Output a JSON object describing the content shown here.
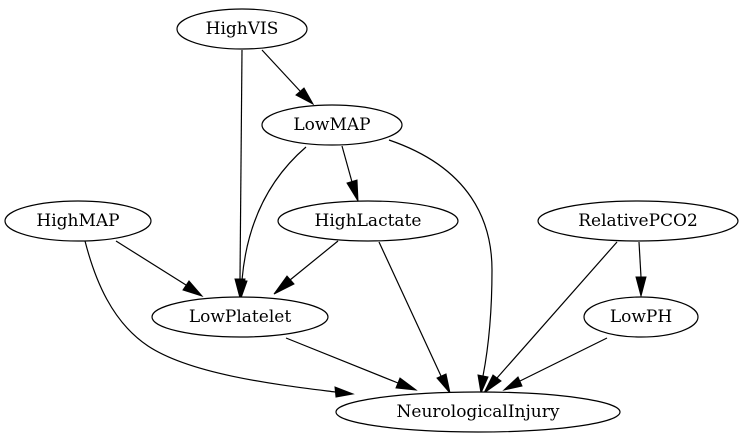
{
  "graph": {
    "nodes": [
      {
        "id": "HighVIS",
        "label": "HighVIS"
      },
      {
        "id": "LowMAP",
        "label": "LowMAP"
      },
      {
        "id": "HighMAP",
        "label": "HighMAP"
      },
      {
        "id": "HighLactate",
        "label": "HighLactate"
      },
      {
        "id": "RelativePCO2",
        "label": "RelativePCO2"
      },
      {
        "id": "LowPlatelet",
        "label": "LowPlatelet"
      },
      {
        "id": "LowPH",
        "label": "LowPH"
      },
      {
        "id": "NeurologicalInjury",
        "label": "NeurologicalInjury"
      }
    ],
    "edges": [
      {
        "from": "HighVIS",
        "to": "LowMAP"
      },
      {
        "from": "HighVIS",
        "to": "LowPlatelet"
      },
      {
        "from": "LowMAP",
        "to": "LowPlatelet"
      },
      {
        "from": "LowMAP",
        "to": "HighLactate"
      },
      {
        "from": "LowMAP",
        "to": "NeurologicalInjury"
      },
      {
        "from": "HighMAP",
        "to": "LowPlatelet"
      },
      {
        "from": "HighMAP",
        "to": "NeurologicalInjury"
      },
      {
        "from": "HighLactate",
        "to": "LowPlatelet"
      },
      {
        "from": "HighLactate",
        "to": "NeurologicalInjury"
      },
      {
        "from": "RelativePCO2",
        "to": "LowPH"
      },
      {
        "from": "RelativePCO2",
        "to": "NeurologicalInjury"
      },
      {
        "from": "LowPlatelet",
        "to": "NeurologicalInjury"
      },
      {
        "from": "LowPH",
        "to": "NeurologicalInjury"
      }
    ]
  }
}
